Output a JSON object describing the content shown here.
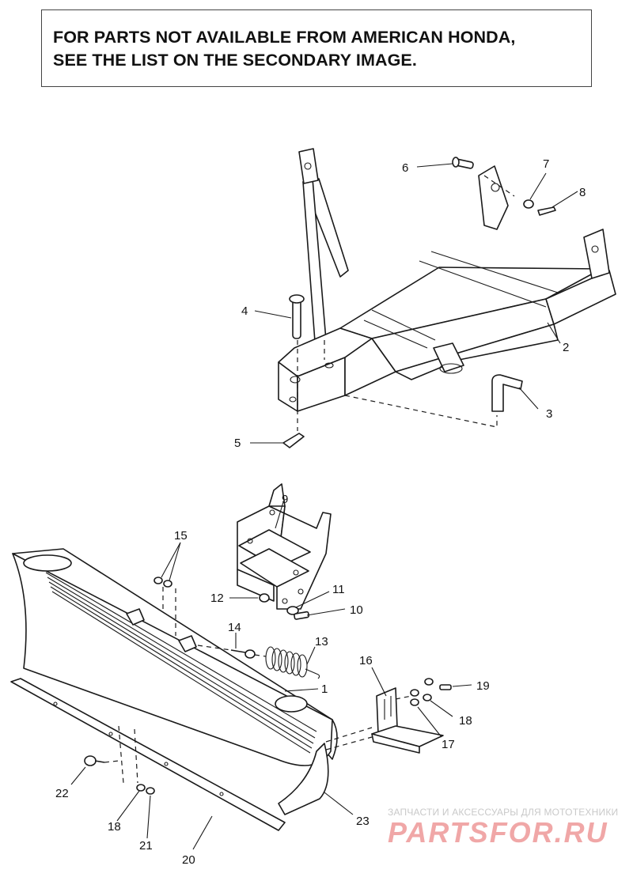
{
  "notice": {
    "line1": "FOR PARTS NOT AVAILABLE FROM AMERICAN HONDA,",
    "line2": "SEE THE LIST ON THE SECONDARY IMAGE."
  },
  "callouts": [
    {
      "id": "c1",
      "label": "1"
    },
    {
      "id": "c2",
      "label": "2"
    },
    {
      "id": "c3",
      "label": "3"
    },
    {
      "id": "c4",
      "label": "4"
    },
    {
      "id": "c5",
      "label": "5"
    },
    {
      "id": "c6",
      "label": "6"
    },
    {
      "id": "c7",
      "label": "7"
    },
    {
      "id": "c8",
      "label": "8"
    },
    {
      "id": "c9",
      "label": "9"
    },
    {
      "id": "c10",
      "label": "10"
    },
    {
      "id": "c11",
      "label": "11"
    },
    {
      "id": "c12",
      "label": "12"
    },
    {
      "id": "c13",
      "label": "13"
    },
    {
      "id": "c14",
      "label": "14"
    },
    {
      "id": "c15",
      "label": "15"
    },
    {
      "id": "c16",
      "label": "16"
    },
    {
      "id": "c17",
      "label": "17"
    },
    {
      "id": "c18a",
      "label": "18"
    },
    {
      "id": "c19",
      "label": "19"
    },
    {
      "id": "c20",
      "label": "20"
    },
    {
      "id": "c21",
      "label": "21"
    },
    {
      "id": "c22",
      "label": "22"
    },
    {
      "id": "c23",
      "label": "23"
    },
    {
      "id": "c18b",
      "label": "18"
    }
  ],
  "watermark": {
    "tagline": "ЗАПЧАСТИ И АКСЕССУАРЫ ДЛЯ МОТОТЕХНИКИ",
    "brand": "PARTSFOR.RU"
  }
}
